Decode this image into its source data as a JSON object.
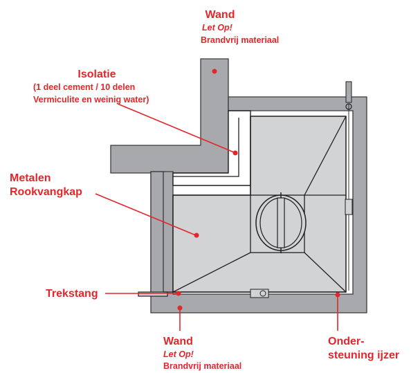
{
  "labels": {
    "wand_top": {
      "title": "Wand",
      "note": "Let Op!",
      "sub": "Brandvrij materiaal"
    },
    "isolatie": {
      "title": "Isolatie",
      "line1": "(1 deel cement / 10 delen",
      "line2": "Vermiculite en weinig water)"
    },
    "kap": {
      "line1": "Metalen",
      "line2": "Rookvangkap"
    },
    "trekstang": "Trekstang",
    "wand_bottom": {
      "title": "Wand",
      "note": "Let Op!",
      "sub": "Brandvrij materiaal"
    },
    "ondersteuning": {
      "line1": "Onder-",
      "line2": "steuning ijzer"
    }
  },
  "colors": {
    "label_red": "#e3262b",
    "wall_gray": "#a7a9ac",
    "metal_gray": "#d2d3d5",
    "outline": "#1f1f1f",
    "background": "#ffffff"
  }
}
